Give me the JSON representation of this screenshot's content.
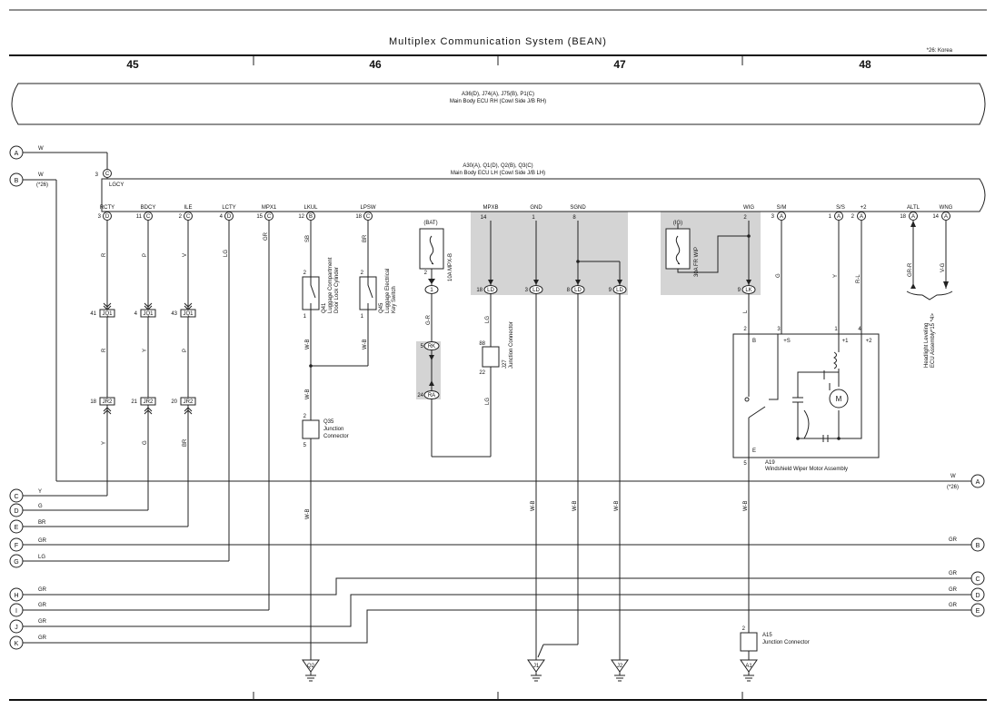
{
  "title": "Multiplex Communication System (BEAN)",
  "note": "*26: Korea",
  "sections": [
    "45",
    "46",
    "47",
    "48"
  ],
  "ecu_rh": {
    "line1": "A36(D), J74(A), J75(B), P1(C)",
    "line2": "Main Body ECU RH (Cowl Side J/B RH)"
  },
  "ecu_lh": {
    "line1": "A30(A), Q1(D), Q2(B), Q3(C)",
    "line2": "Main Body ECU LH (Cowl Side J/B LH)"
  },
  "lgcy": {
    "label": "LGCY",
    "pin": "3",
    "conn": "C"
  },
  "pins": [
    {
      "name": "RCTY",
      "pin": "3",
      "conn": "D",
      "wire": "R"
    },
    {
      "name": "BDCY",
      "pin": "11",
      "conn": "C",
      "wire": "P"
    },
    {
      "name": "ILE",
      "pin": "2",
      "conn": "C",
      "wire": "V"
    },
    {
      "name": "LCTY",
      "pin": "4",
      "conn": "D",
      "wire": "LG"
    },
    {
      "name": "MPX1",
      "pin": "15",
      "conn": "C",
      "wire": "GR"
    },
    {
      "name": "LKUL",
      "pin": "12",
      "conn": "B",
      "wire": "SB"
    },
    {
      "name": "LPSW",
      "pin": "18",
      "conn": "C",
      "wire": "BR"
    },
    {
      "name": "MPXB",
      "pin": "14",
      "conn": "",
      "wire": "LG"
    },
    {
      "name": "GND",
      "pin": "1",
      "conn": "",
      "wire": "W-B"
    },
    {
      "name": "SGND",
      "pin": "8",
      "conn": "",
      "wire": "W-B"
    },
    {
      "name": "WIG",
      "pin": "2",
      "conn": "",
      "wire": "L"
    },
    {
      "name": "S/M",
      "pin": "3",
      "conn": "A",
      "wire": "G"
    },
    {
      "name": "S/S",
      "pin": "1",
      "conn": "A",
      "wire": "Y"
    },
    {
      "name": "+2",
      "pin": "2",
      "conn": "A",
      "wire": "R-L"
    },
    {
      "name": "ALTL",
      "pin": "18",
      "conn": "A",
      "wire": "GR-R"
    },
    {
      "name": "WNG",
      "pin": "14",
      "conn": "A",
      "wire": "V-G"
    }
  ],
  "jc_a": [
    {
      "pin": "41",
      "conn": "JQ1",
      "wire": "R"
    },
    {
      "pin": "4",
      "conn": "JQ1",
      "wire": "Y"
    },
    {
      "pin": "43",
      "conn": "JQ1",
      "wire": "P"
    }
  ],
  "jc_b": [
    {
      "pin": "18",
      "conn": "JR2",
      "wire": "Y"
    },
    {
      "pin": "21",
      "conn": "JR2",
      "wire": "G"
    },
    {
      "pin": "20",
      "conn": "JR2",
      "wire": "BR"
    }
  ],
  "left_refs": [
    {
      "ref": "A",
      "wire": "W"
    },
    {
      "ref": "B",
      "wire": "W",
      "note": "(*26)"
    },
    {
      "ref": "C",
      "wire": "Y"
    },
    {
      "ref": "D",
      "wire": "G"
    },
    {
      "ref": "E",
      "wire": "BR"
    },
    {
      "ref": "F",
      "wire": "GR"
    },
    {
      "ref": "G",
      "wire": "LG"
    },
    {
      "ref": "H",
      "wire": "GR"
    },
    {
      "ref": "I",
      "wire": "GR"
    },
    {
      "ref": "J",
      "wire": "GR"
    },
    {
      "ref": "K",
      "wire": "GR"
    }
  ],
  "right_refs": [
    {
      "ref": "A",
      "wire": "W",
      "note": "(*26)"
    },
    {
      "ref": "B",
      "wire": "GR"
    },
    {
      "ref": "C",
      "wire": "GR"
    },
    {
      "ref": "D",
      "wire": "GR"
    },
    {
      "ref": "E",
      "wire": "GR"
    }
  ],
  "q41": {
    "id": "Q41",
    "line1": "Luggage Compartment",
    "line2": "Door Lock Cylinder",
    "p1": "2",
    "p2": "1"
  },
  "q45": {
    "id": "Q45",
    "line1": "Luggage Electrical",
    "line2": "Key Switch",
    "p1": "2",
    "p2": "1"
  },
  "q35": {
    "id": "Q35",
    "line1": "Junction",
    "line2": "Connector",
    "p1": "2",
    "p2": "5",
    "wire": "W-B"
  },
  "fuse_mpxb": {
    "supply": "(BAT)",
    "label": "10A MPX-B",
    "pin": "2",
    "conn_pin": "1",
    "wire": "G-R"
  },
  "fuse_wip": {
    "supply": "(IG)",
    "label": "30A FR WIP"
  },
  "ld": {
    "p18": "18",
    "p3": "3",
    "p8": "8",
    "p9": "9",
    "conn": "LD"
  },
  "lk": {
    "pin": "9",
    "conn": "LK"
  },
  "rk": {
    "pin": "5",
    "conn": "RK"
  },
  "ra": {
    "pin": "24",
    "conn": "RA"
  },
  "j27": {
    "id": "J27",
    "line1": "Junction Connector",
    "p1": "88",
    "p2": "22",
    "wire": "LG"
  },
  "motor": {
    "id": "A19",
    "name": "Windshield Wiper Motor Assembly",
    "pins": [
      "2",
      "3",
      "1",
      "4"
    ],
    "terms": [
      "B",
      "+S",
      "+1",
      "+2"
    ],
    "e_label": "E",
    "e_pin": "5",
    "m_label": "M"
  },
  "a15": {
    "id": "A15",
    "name": "Junction Connector",
    "pin": "2"
  },
  "grounds": [
    "Q2",
    "J1",
    "J2",
    "A1"
  ],
  "headlight": {
    "line1": "Headlight Leveling",
    "line2": "ECU Assembly*15 *4>"
  }
}
